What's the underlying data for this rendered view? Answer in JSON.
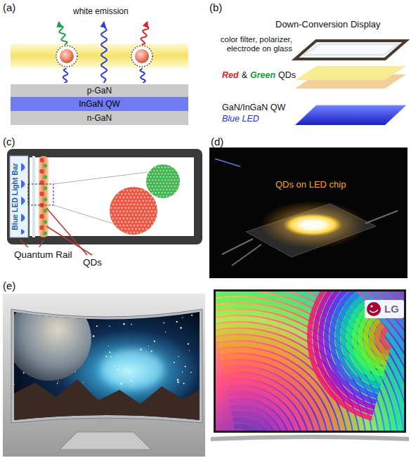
{
  "diagram": {
    "nodes": [
      {
        "text": [
          "p-GaN"
        ]
      },
      {
        "text": [
          "InGaN QW"
        ]
      },
      {
        "text": [
          "n-GaN"
        ]
      }
    ],
    "labels": [
      "(a)",
      "white emission",
      "(b)",
      "Down-Conversion Display",
      "color filter, polarizer, electrode on glass",
      "Red",
      "&",
      "Green",
      "QDs",
      "GaN/InGaN QW",
      "Blue LED",
      "(c)",
      "Blue LED Light Bar",
      "Quantum Rail",
      "QDs",
      "(d)",
      "QDs on LED chip",
      "(e)",
      "LG"
    ]
  }
}
